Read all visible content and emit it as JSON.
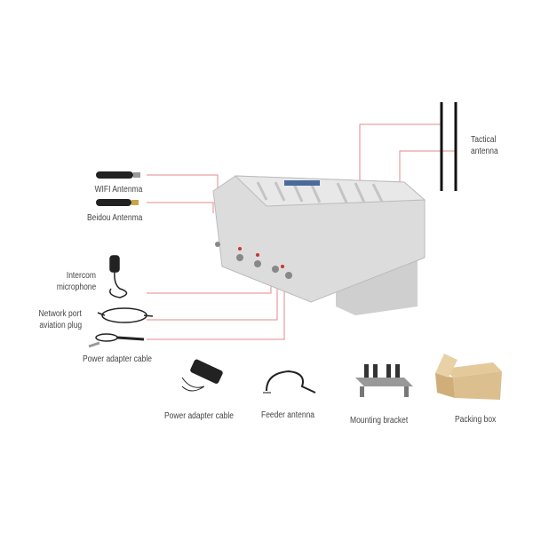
{
  "labels": {
    "wifi": "WIFI Antenma",
    "beidou": "Beidou Antenma",
    "intercom_1": "Intercom",
    "intercom_2": "microphone",
    "network_1": "Network port",
    "network_2": "aviation plug",
    "power_cable_side": "Power adapter cable",
    "tactical_1": "Tactical",
    "tactical_2": "antenna",
    "power_adapter": "Power adapter cable",
    "feeder": "Feeder antenna",
    "bracket": "Mounting bracket",
    "box": "Packing box"
  },
  "colors": {
    "leader": "#e58a8a",
    "device": "#d9d9d9"
  }
}
